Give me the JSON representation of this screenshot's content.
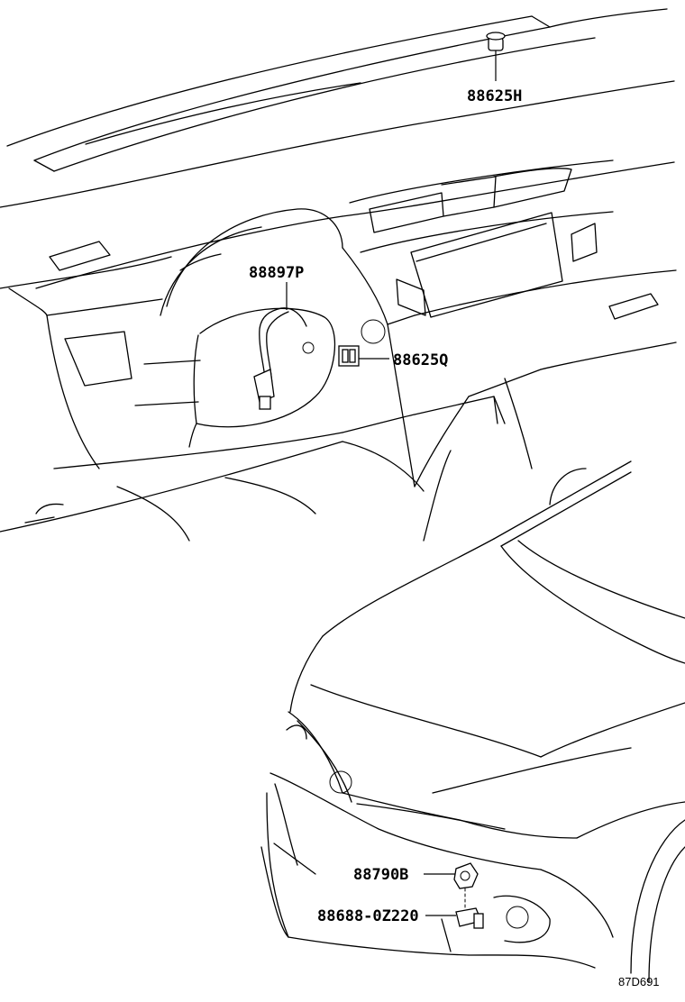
{
  "parts": [
    {
      "id": "88625H",
      "label": "88625H"
    },
    {
      "id": "88897P",
      "label": "88897P"
    },
    {
      "id": "88625Q",
      "label": "88625Q"
    },
    {
      "id": "88790B",
      "label": "88790B"
    },
    {
      "id": "88688-0Z220",
      "label": "88688-0Z220"
    }
  ],
  "figure_code": "87D691"
}
